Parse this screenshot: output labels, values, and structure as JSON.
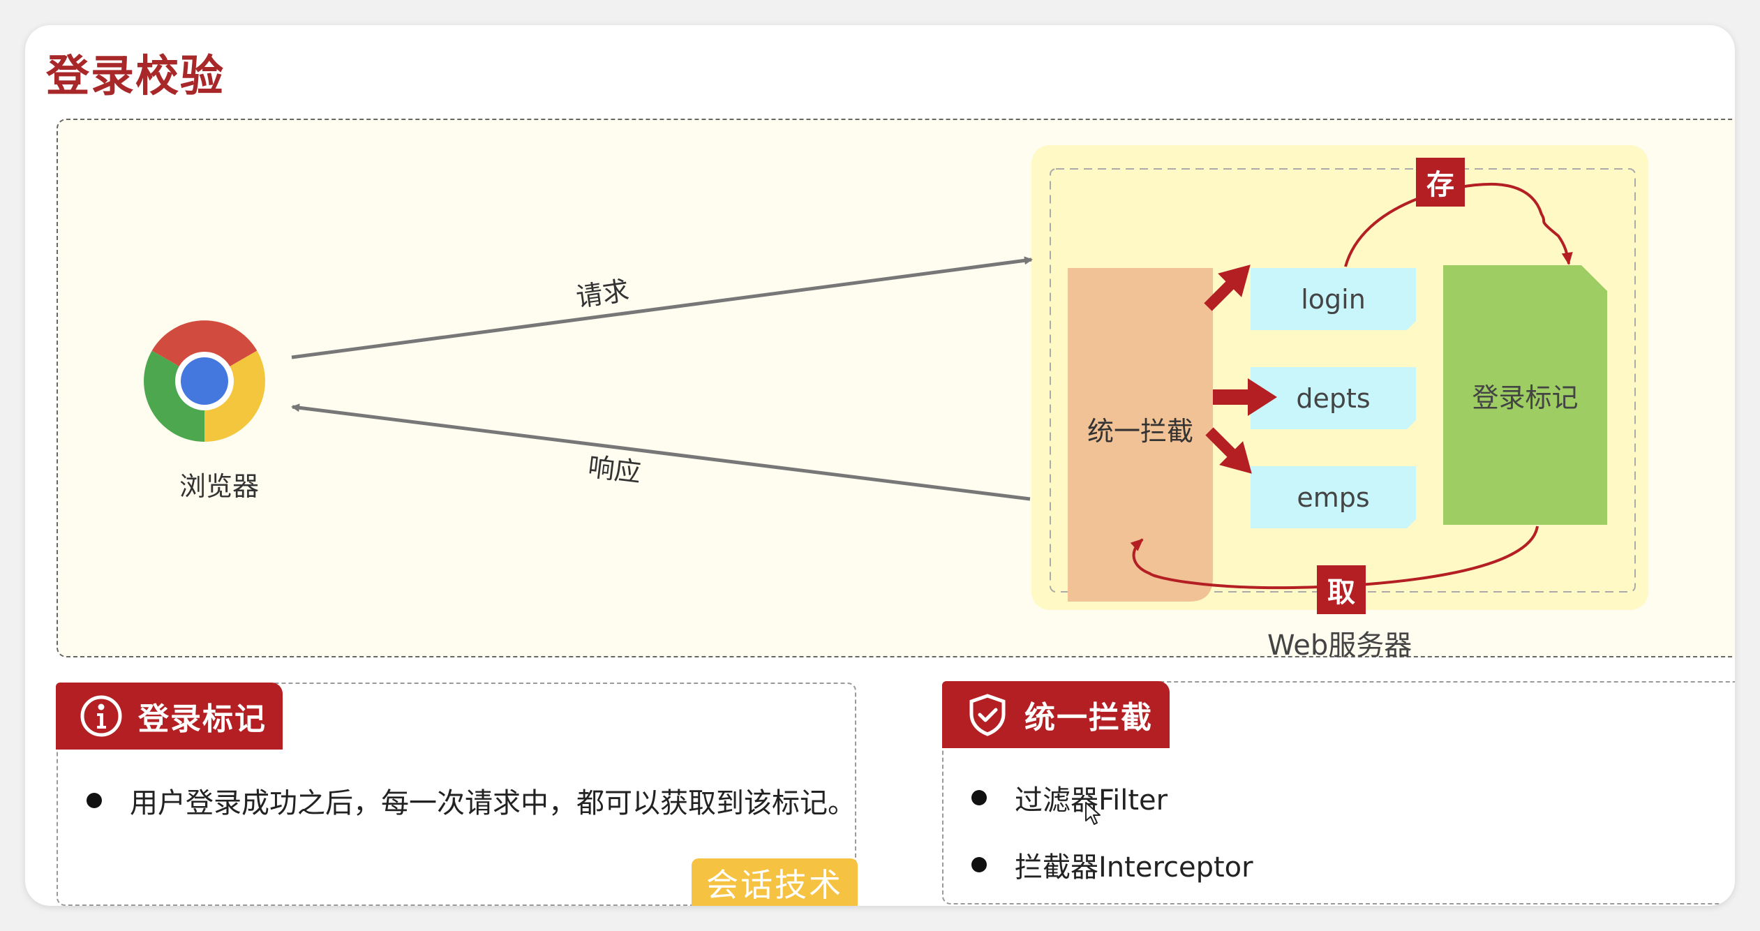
{
  "title": "登录校验",
  "diagram": {
    "browser_label": "浏览器",
    "request_label": "请求",
    "response_label": "响应",
    "interceptor_label": "统一拦截",
    "endpoints": [
      {
        "label": "login"
      },
      {
        "label": "depts"
      },
      {
        "label": "emps"
      }
    ],
    "login_mark_label": "登录标记",
    "store_label": "存",
    "fetch_label": "取",
    "server_label": "Web服务器"
  },
  "cards": {
    "login_mark": {
      "title": "登录标记",
      "bullets": [
        "用户登录成功之后，每一次请求中，都可以获取到该标记。"
      ],
      "tag": "会话技术"
    },
    "interceptor": {
      "title": "统一拦截",
      "bullets": [
        "过滤器Filter",
        "拦截器Interceptor"
      ]
    }
  },
  "colors": {
    "accent": "#b31f23",
    "title": "#a8282a",
    "interceptor_box": "#f0c296",
    "endpoint_box": "#c8f6fb",
    "login_mark_box": "#9dcd63",
    "server_bg": "#fff9c6",
    "tag": "#f5c341"
  }
}
